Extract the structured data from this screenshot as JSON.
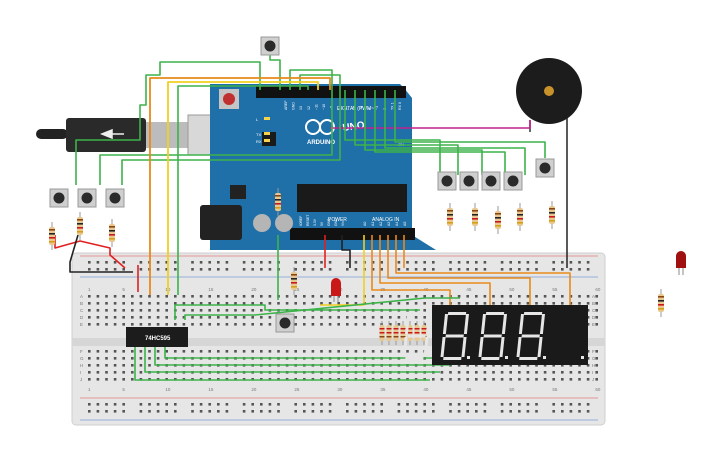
{
  "arduino": {
    "logo": "ARDUINO",
    "brand": "UNO",
    "digital_label": "DIGITAL (PWM~)",
    "power_label": "POWER",
    "analog_label": "ANALOG IN",
    "tx": "TX",
    "rx": "RX",
    "l": "L",
    "on": "ON",
    "top_pins": [
      "AREF",
      "GND",
      "13",
      "12",
      "~11",
      "~10",
      "~9",
      "8",
      "7",
      "~6",
      "~5",
      "4",
      "~3",
      "2",
      "TX 1",
      "RX 0"
    ],
    "power_pins": [
      "IOREF",
      "RESET",
      "3.3V",
      "5V",
      "GND",
      "GND",
      "Vin"
    ],
    "analog_pins": [
      "A0",
      "A1",
      "A2",
      "A3",
      "A4",
      "A5"
    ]
  },
  "chip": {
    "label": "74HC595"
  },
  "breadboard": {
    "columns": [
      "1",
      "5",
      "10",
      "15",
      "20",
      "25",
      "30",
      "35",
      "40",
      "45",
      "50",
      "55",
      "60"
    ],
    "rows_top": [
      "A",
      "B",
      "C",
      "D",
      "E"
    ],
    "rows_bottom": [
      "F",
      "G",
      "H",
      "I",
      "J"
    ]
  },
  "display": {
    "digits": 4
  },
  "colors": {
    "board": "#1f6fa8",
    "breadboard": "#e8e8e8",
    "green_wire": "#3db34a",
    "orange_wire": "#e88a1a",
    "yellow_wire": "#f0d020",
    "red_wire": "#e02020",
    "black_wire": "#222222",
    "magenta_wire": "#c0208a"
  }
}
